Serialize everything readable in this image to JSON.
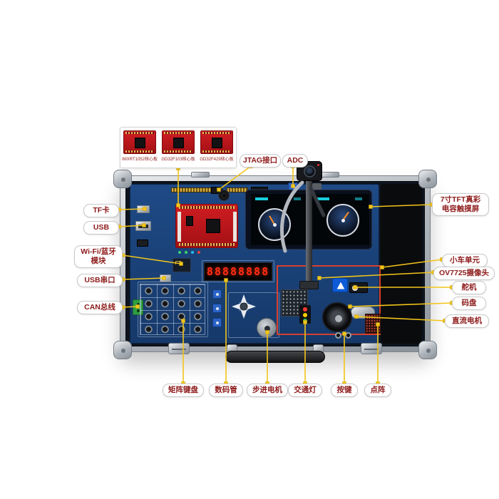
{
  "core_board_panel": {
    "boards": [
      {
        "caption": "IMXRT1052核心板"
      },
      {
        "caption": "GD32F103核心板"
      },
      {
        "caption": "GD32F429核心板"
      }
    ]
  },
  "callouts": {
    "top": [
      {
        "label": "JTAG接口"
      },
      {
        "label": "ADC"
      }
    ],
    "left": [
      {
        "label": "TF卡"
      },
      {
        "label": "USB"
      },
      {
        "label": "Wi-Fi/蓝牙\n模块"
      },
      {
        "label": "USB串口"
      },
      {
        "label": "CAN总线"
      }
    ],
    "right": [
      {
        "label": "7寸TFT真彩\n电容触摸屏"
      },
      {
        "label": "小车单元"
      },
      {
        "label": "OV7725摄像头"
      },
      {
        "label": "舵机"
      },
      {
        "label": "码盘"
      },
      {
        "label": "直流电机"
      }
    ],
    "bottom": [
      {
        "label": "矩阵键盘"
      },
      {
        "label": "数码管"
      },
      {
        "label": "步进电机"
      },
      {
        "label": "交通灯"
      },
      {
        "label": "按键"
      },
      {
        "label": "点阵"
      }
    ]
  },
  "board": {
    "seven_segment_value": "88888888"
  },
  "colors": {
    "leader_line": "#f2c51a",
    "label_text": "#8e1b1b",
    "pcb_blue": "#1d4177",
    "core_board_red": "#c2181d",
    "car_unit_outline": "#e2402a"
  }
}
